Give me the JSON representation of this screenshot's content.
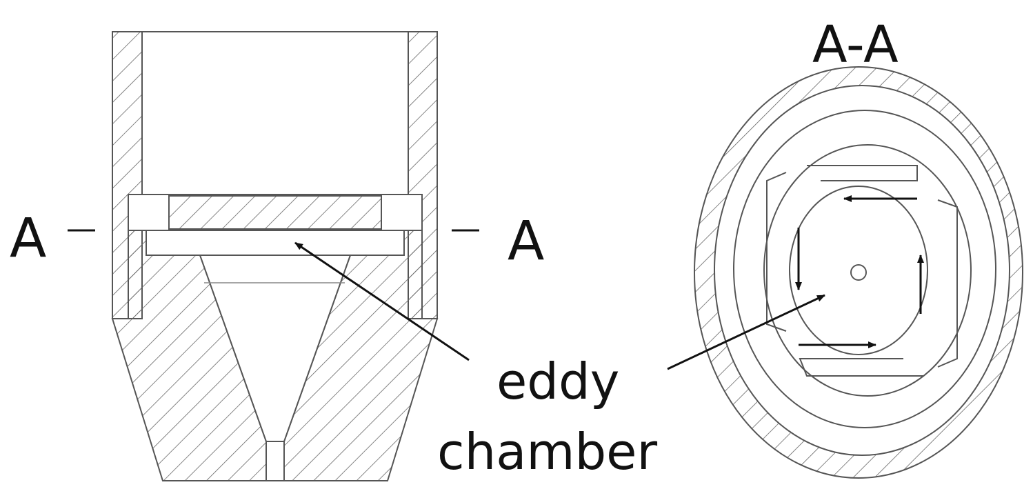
{
  "section_label_left": "A",
  "section_label_right": "A",
  "section_view_title": "A-A",
  "callout_line1": "eddy",
  "callout_line2": "chamber",
  "colors": {
    "line": "#555555",
    "hatch": "#666666",
    "arrow": "#111111",
    "background": "#ffffff"
  }
}
